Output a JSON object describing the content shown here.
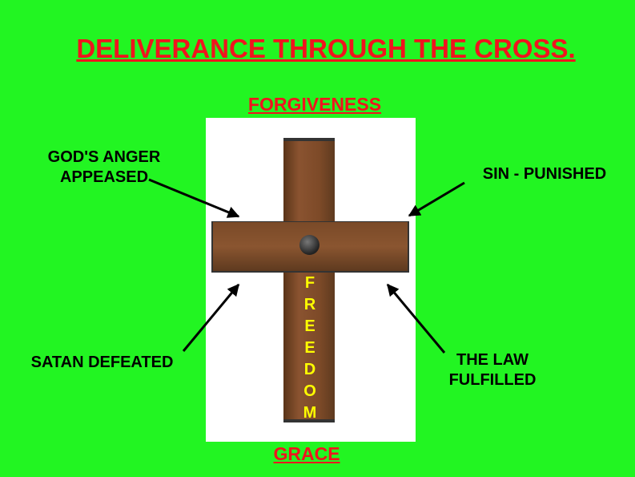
{
  "title": "DELIVERANCE THROUGH THE CROSS.",
  "top_label": "FORGIVENESS",
  "bottom_label": "GRACE",
  "cross_text": [
    "F",
    "R",
    "E",
    "E",
    "D",
    "O",
    "M"
  ],
  "labels": {
    "top_left": [
      "GOD'S ANGER",
      "APPEASED"
    ],
    "top_right": "SIN - PUNISHED",
    "bottom_left": "SATAN DEFEATED",
    "bottom_right": [
      "THE LAW",
      "FULFILLED"
    ]
  },
  "colors": {
    "background": "#22f522",
    "title": "#f0141e",
    "cross_text": "#ffff00"
  }
}
